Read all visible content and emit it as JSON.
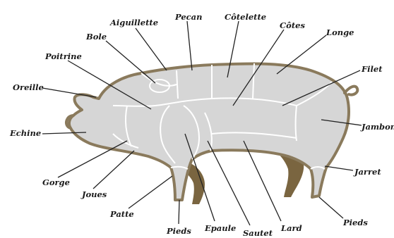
{
  "colors": {
    "body_fill": "#d6d6d6",
    "outline": "#8a7a5c",
    "shadow_legs": "#7a6540",
    "cut_lines": "#ffffff",
    "leader_lines": "#222222",
    "label_text": "#1a1a1a"
  },
  "labels": {
    "oreille": "Oreille",
    "echine": "Echine",
    "gorge": "Gorge",
    "joues": "Joues",
    "patte": "Patte",
    "pieds_front": "Pieds",
    "epaule": "Epaule",
    "sautet": "Sautet",
    "lard": "Lard",
    "pieds_back": "Pieds",
    "jarret": "Jarret",
    "jambon": "Jambon",
    "filet": "Filet",
    "longe": "Longe",
    "cotes": "Côtes",
    "cotelette": "Côtelette",
    "poitrine": "Poitrine",
    "aiguillette": "Aiguillette",
    "bole": "Bole",
    "pecan": "Pecan"
  }
}
